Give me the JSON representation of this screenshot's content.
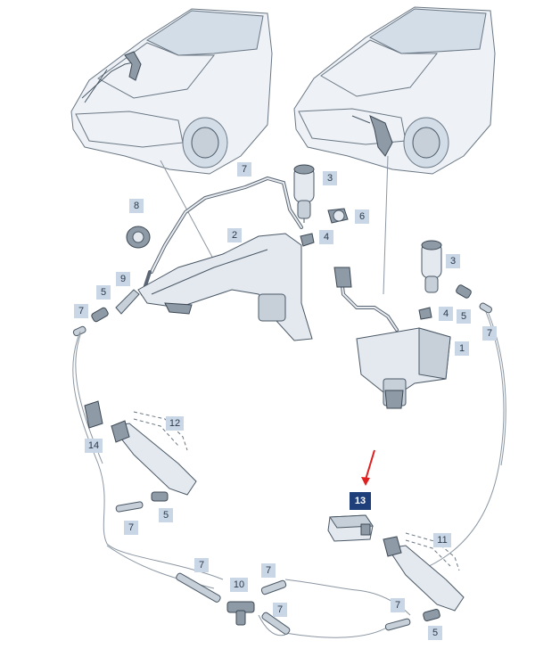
{
  "diagram": {
    "callouts": [
      {
        "id": "c7a",
        "text": "7"
      },
      {
        "id": "c3a",
        "text": "3"
      },
      {
        "id": "c6",
        "text": "6"
      },
      {
        "id": "c8",
        "text": "8"
      },
      {
        "id": "c2",
        "text": "2"
      },
      {
        "id": "c4a",
        "text": "4"
      },
      {
        "id": "c9",
        "text": "9"
      },
      {
        "id": "c5a",
        "text": "5"
      },
      {
        "id": "c7b",
        "text": "7"
      },
      {
        "id": "c3b",
        "text": "3"
      },
      {
        "id": "c4b",
        "text": "4"
      },
      {
        "id": "c5b",
        "text": "5"
      },
      {
        "id": "c7c",
        "text": "7"
      },
      {
        "id": "c1",
        "text": "1"
      },
      {
        "id": "c12",
        "text": "12"
      },
      {
        "id": "c14",
        "text": "14"
      },
      {
        "id": "c5c",
        "text": "5"
      },
      {
        "id": "c7d",
        "text": "7"
      },
      {
        "id": "c13",
        "text": "13"
      },
      {
        "id": "c11",
        "text": "11"
      },
      {
        "id": "c7e",
        "text": "7"
      },
      {
        "id": "c10",
        "text": "10"
      },
      {
        "id": "c7f",
        "text": "7"
      },
      {
        "id": "c7g",
        "text": "7"
      },
      {
        "id": "c7h",
        "text": "7"
      },
      {
        "id": "c5d",
        "text": "5"
      }
    ],
    "highlighted_callout": "13",
    "colors": {
      "callout_fill": "#c8d6e6",
      "callout_selected_fill": "#1f3f7a",
      "arrow": "#e02020",
      "line": "#4a5866"
    }
  }
}
